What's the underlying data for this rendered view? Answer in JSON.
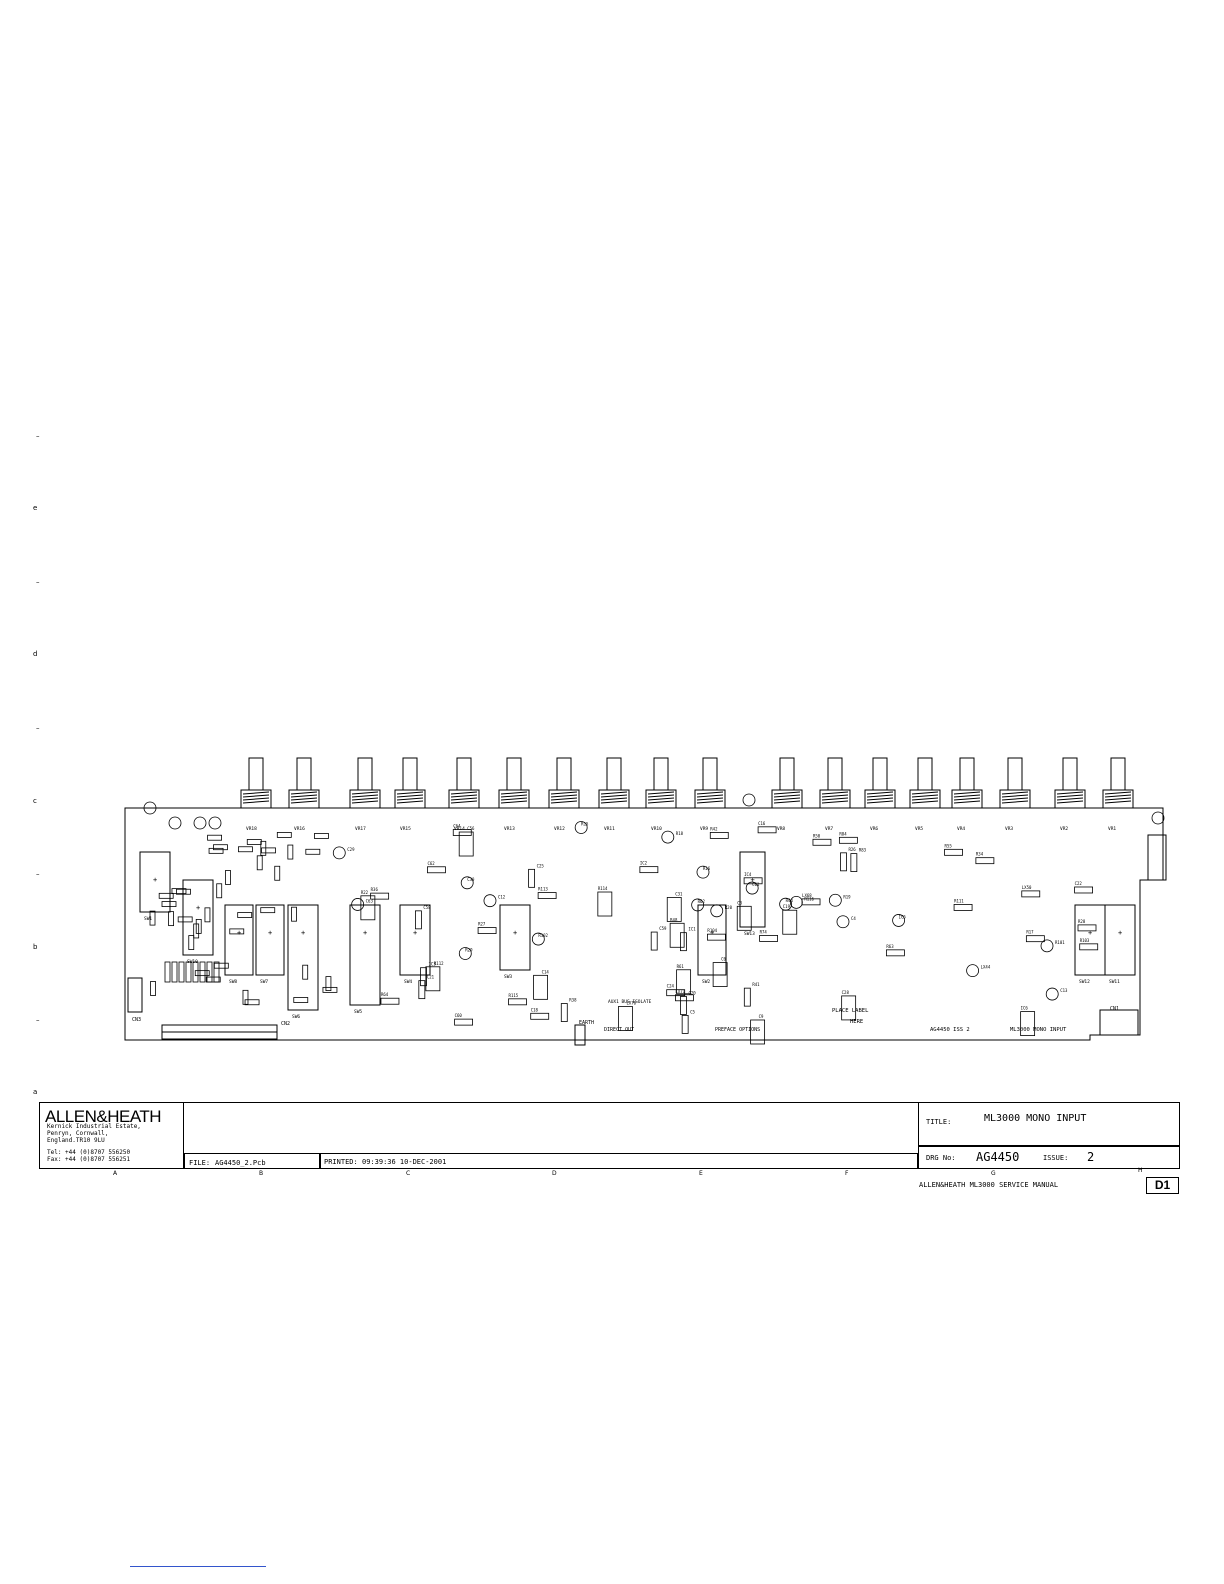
{
  "drawing": {
    "edge_marks": [
      "–",
      "e",
      "–",
      "d",
      "–",
      "c",
      "–",
      "b",
      "–",
      "a"
    ],
    "board_labels": {
      "place_label": "PLACE LABEL",
      "place_label_2": "HERE",
      "board_id": "AG4450 ISS 2",
      "board_name": "ML3000 MONO INPUT",
      "earth": "EARTH",
      "direct_out": "DIRECT OUT",
      "preface_options": "PREFACE OPTIONS",
      "aux_bus_isolate": "AUX1 BUS ISOLATE",
      "connectors": [
        "CN1",
        "CN2",
        "CN3"
      ]
    },
    "switches": [
      "SW1",
      "SW10",
      "SW8",
      "SW7",
      "SW6",
      "SW5",
      "SW4",
      "SW3",
      "SW2",
      "SW13",
      "SW12",
      "SW11"
    ],
    "pots": [
      "VR18",
      "VR16",
      "VR17",
      "VR15",
      "VR14",
      "VR13",
      "VR12",
      "VR11",
      "VR10",
      "VR9",
      "VR8",
      "VR7",
      "VR6",
      "VR5",
      "VR4",
      "VR3",
      "VR2",
      "VR1"
    ],
    "components": [
      "R104",
      "R48",
      "R44",
      "R84",
      "R83",
      "C56",
      "C58",
      "C59",
      "C60",
      "C61",
      "R114",
      "R115",
      "R116",
      "C62",
      "C63",
      "C22",
      "C24",
      "C25",
      "C14",
      "C13",
      "C16",
      "C12",
      "C18",
      "C19",
      "C20",
      "C21",
      "C29",
      "C28",
      "C64",
      "R41",
      "R42",
      "R36",
      "R55",
      "R50",
      "R62",
      "R61",
      "R63",
      "R64",
      "C30",
      "C31",
      "C3",
      "C4",
      "C5",
      "C6",
      "C9",
      "R18",
      "R19",
      "R20",
      "R22",
      "R26",
      "R27",
      "R28",
      "R29",
      "R38",
      "R34",
      "R17",
      "R16",
      "R15",
      "IC1",
      "IC2",
      "IC3",
      "IC4",
      "IC5",
      "IC6",
      "R111",
      "R112",
      "R113",
      "R101",
      "R102",
      "R103",
      "R74",
      "LX44",
      "LX68",
      "LX70",
      "LX71",
      "LX50"
    ]
  },
  "title_block": {
    "company": "ALLEN&HEATH",
    "address_lines": [
      "Kernick Industrial Estate,",
      "Penryn, Cornwall,",
      "England.TR10 9LU"
    ],
    "phone_lines": [
      "Tel:  +44 (0)8707 556250",
      "Fax:  +44 (0)8707 556251"
    ],
    "file_label": "FILE:",
    "file_value": "AG4450_2.Pcb",
    "printed_label": "PRINTED:",
    "printed_value": "09:39:36  10-DEC-2001",
    "title_label": "TITLE:",
    "title_value": "ML3000 MONO INPUT",
    "drg_label": "DRG No:",
    "drg_value": "AG4450",
    "issue_label": "ISSUE:",
    "issue_value": "2",
    "manual": "ALLEN&HEATH ML3000 SERVICE MANUAL",
    "sheet": "D1",
    "column_letters": [
      "A",
      "B",
      "C",
      "D",
      "E",
      "F",
      "G",
      "H"
    ]
  }
}
